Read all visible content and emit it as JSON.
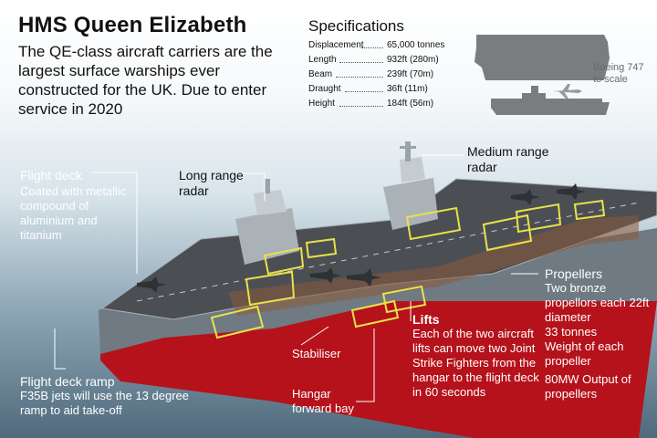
{
  "header": {
    "title": "HMS Queen Elizabeth",
    "subtitle": "The QE-class aircraft carriers are the largest surface warships ever constructed for the UK. Due to enter service in 2020"
  },
  "specifications": {
    "title": "Specifications",
    "rows": [
      {
        "label": "Displacement",
        "value": "65,000 tonnes"
      },
      {
        "label": "Length",
        "value": "932ft (280m)"
      },
      {
        "label": "Beam",
        "value": "239ft (70m)"
      },
      {
        "label": "Draught",
        "value": "36ft (11m)"
      },
      {
        "label": "Height",
        "value": "184ft (56m)"
      }
    ]
  },
  "scale_note": "Boeing 747 to scale",
  "callouts": {
    "long_range_radar": "Long range radar",
    "medium_range_radar": "Medium range radar",
    "flight_deck": {
      "heading": "Flight deck",
      "body": "Coated with metallic compound of aluminium and titanium"
    },
    "flight_deck_ramp": {
      "heading": "Flight deck ramp",
      "body": "F35B jets will use the 13 degree ramp to aid take-off"
    },
    "stabiliser": "Stabiliser",
    "hangar_forward_bay": "Hangar forward bay",
    "lifts": {
      "heading": "Lifts",
      "body": "Each of the two aircraft lifts can move two Joint Strike Fighters from the hangar to the flight deck in 60 seconds"
    },
    "propellers": {
      "heading": "Propellers",
      "line1": "Two bronze propellors each 22ft diameter",
      "line2": "33 tonnes",
      "line3": "Weight of each propeller",
      "line4": "80MW Output of propellers"
    }
  },
  "colors": {
    "hull_red": "#b5121b",
    "hull_grey": "#6f7a82",
    "highlight": "#e8e24a"
  }
}
